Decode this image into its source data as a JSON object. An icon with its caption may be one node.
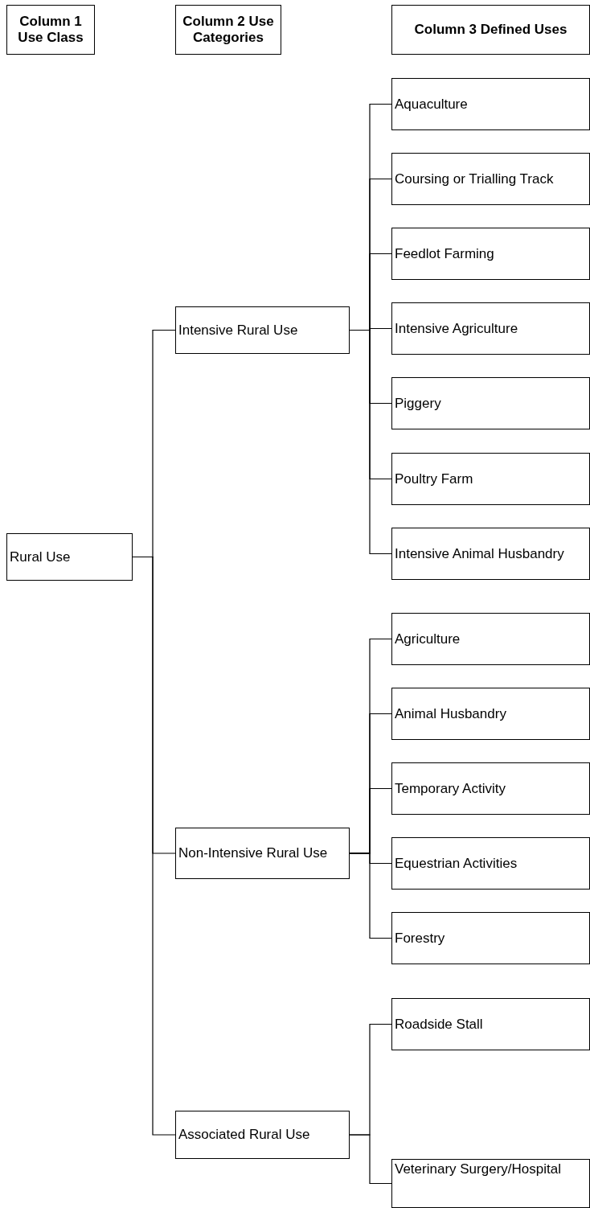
{
  "diagram": {
    "nodes": [
      {
        "text": [
          "Column 1 Use Class"
        ]
      },
      {
        "text": [
          "Column 2 Use Categories"
        ]
      },
      {
        "text": [
          "Column 3 Defined Uses"
        ]
      },
      {
        "text": [
          "Rural Use"
        ]
      },
      {
        "text": [
          "Intensive Rural Use"
        ]
      },
      {
        "text": [
          "Aquaculture"
        ]
      },
      {
        "text": [
          "Coursing or Trialling Track"
        ]
      },
      {
        "text": [
          "Feedlot Farming"
        ]
      },
      {
        "text": [
          "Intensive Agriculture"
        ]
      },
      {
        "text": [
          "Piggery"
        ]
      },
      {
        "text": [
          "Poultry Farm"
        ]
      },
      {
        "text": [
          "Intensive Animal Husbandry"
        ]
      },
      {
        "text": [
          "Non-Intensive Rural Use"
        ]
      },
      {
        "text": [
          "Agriculture"
        ]
      },
      {
        "text": [
          "Animal Husbandry"
        ]
      },
      {
        "text": [
          "Temporary Activity"
        ]
      },
      {
        "text": [
          "Equestrian Activities"
        ]
      },
      {
        "text": [
          "Forestry"
        ]
      },
      {
        "text": [
          "Associated Rural Use"
        ]
      },
      {
        "text": [
          "Roadside Stall"
        ]
      },
      {
        "text": [
          "Veterinary Surgery/Hospital"
        ]
      }
    ],
    "edges": [
      {
        "from": 3,
        "to": 4,
        "arrow": "none"
      },
      {
        "from": 3,
        "to": 12,
        "arrow": "none"
      },
      {
        "from": 3,
        "to": 18,
        "arrow": "none"
      },
      {
        "from": 4,
        "to": 5,
        "arrow": "none"
      },
      {
        "from": 4,
        "to": 6,
        "arrow": "none"
      },
      {
        "from": 4,
        "to": 7,
        "arrow": "none"
      },
      {
        "from": 4,
        "to": 8,
        "arrow": "none"
      },
      {
        "from": 4,
        "to": 9,
        "arrow": "none"
      },
      {
        "from": 4,
        "to": 10,
        "arrow": "none"
      },
      {
        "from": 4,
        "to": 11,
        "arrow": "none"
      },
      {
        "from": 12,
        "to": 13,
        "arrow": "none"
      },
      {
        "from": 12,
        "to": 14,
        "arrow": "none"
      },
      {
        "from": 12,
        "to": 15,
        "arrow": "none"
      },
      {
        "from": 12,
        "to": 16,
        "arrow": "none"
      },
      {
        "from": 12,
        "to": 17,
        "arrow": "none"
      },
      {
        "from": 18,
        "to": 19,
        "arrow": "none"
      },
      {
        "from": 18,
        "to": 20,
        "arrow": "none"
      }
    ]
  }
}
